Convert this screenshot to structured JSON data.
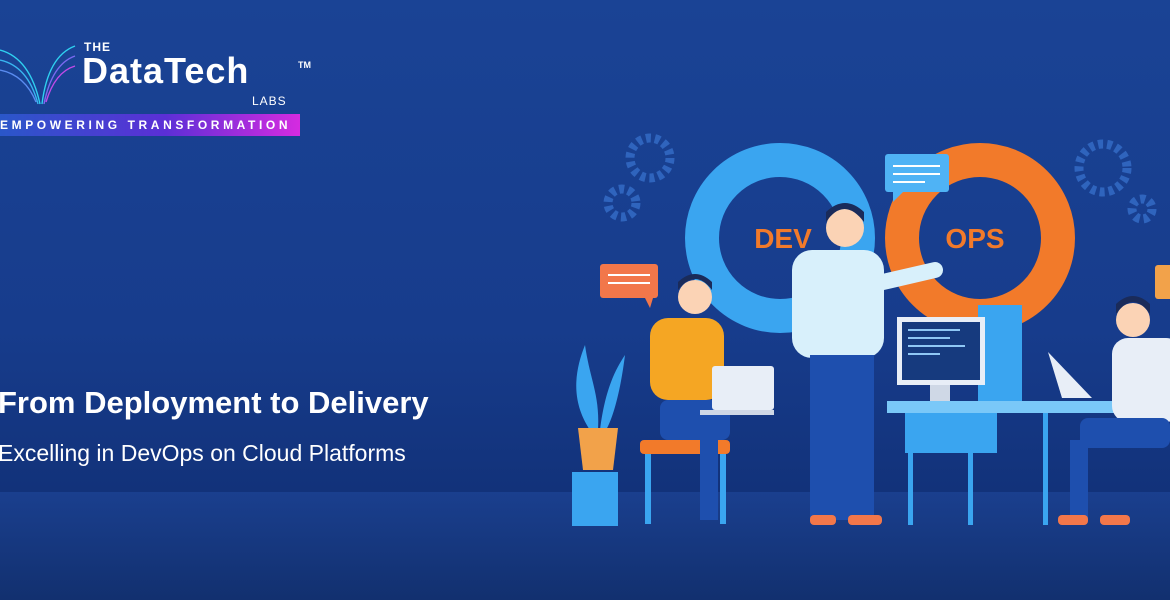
{
  "logo": {
    "the": "THE",
    "brand": "DataTech",
    "tm": "TM",
    "labs": "LABS",
    "tagline": "EMPOWERING TRANSFORMATION"
  },
  "hero": {
    "headline": "From Deployment to Delivery",
    "subheadline": "Excelling in DevOps on Cloud Platforms"
  },
  "illustration": {
    "dev_label": "DEV",
    "ops_label": "OPS"
  },
  "colors": {
    "background": "#173c8c",
    "dev_loop": "#3aa5f0",
    "ops_loop": "#f27a2a",
    "tagline_start": "#2a57c9",
    "tagline_end": "#d52be0"
  }
}
